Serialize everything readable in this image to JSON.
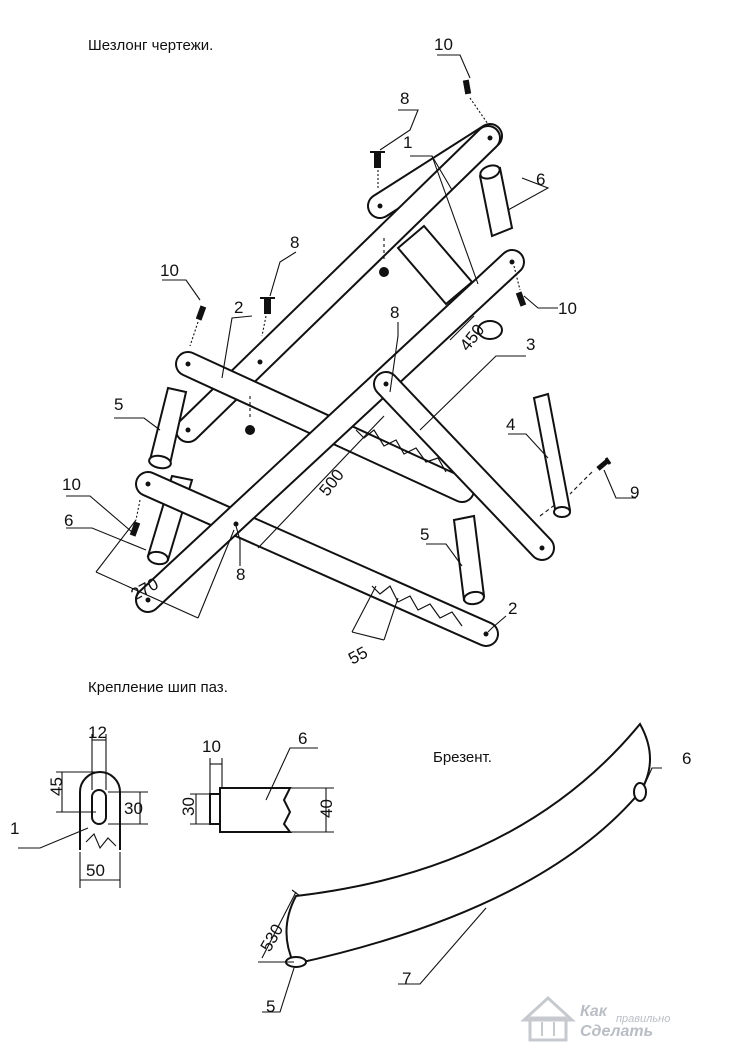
{
  "titles": {
    "main": "Шезлонг чертежи.",
    "joint": "Крепление шип паз.",
    "canvas": "Брезент."
  },
  "part_labels": {
    "p1": "1",
    "p2": "2",
    "p3": "3",
    "p4": "4",
    "p5": "5",
    "p6": "6",
    "p7": "7",
    "p8": "8",
    "p9": "9",
    "p10": "10"
  },
  "dimensions": {
    "d450": "450",
    "d500": "500",
    "d270": "270",
    "d55": "55",
    "d12": "12",
    "d45": "45",
    "d30": "30",
    "d50": "50",
    "d10": "10",
    "d40": "40",
    "d530": "530"
  },
  "watermark": {
    "line1": "Как",
    "line2": "правильно",
    "line3": "Сделать"
  },
  "colors": {
    "line": "#111111",
    "background": "#ffffff",
    "watermark": "#b9bec4"
  }
}
